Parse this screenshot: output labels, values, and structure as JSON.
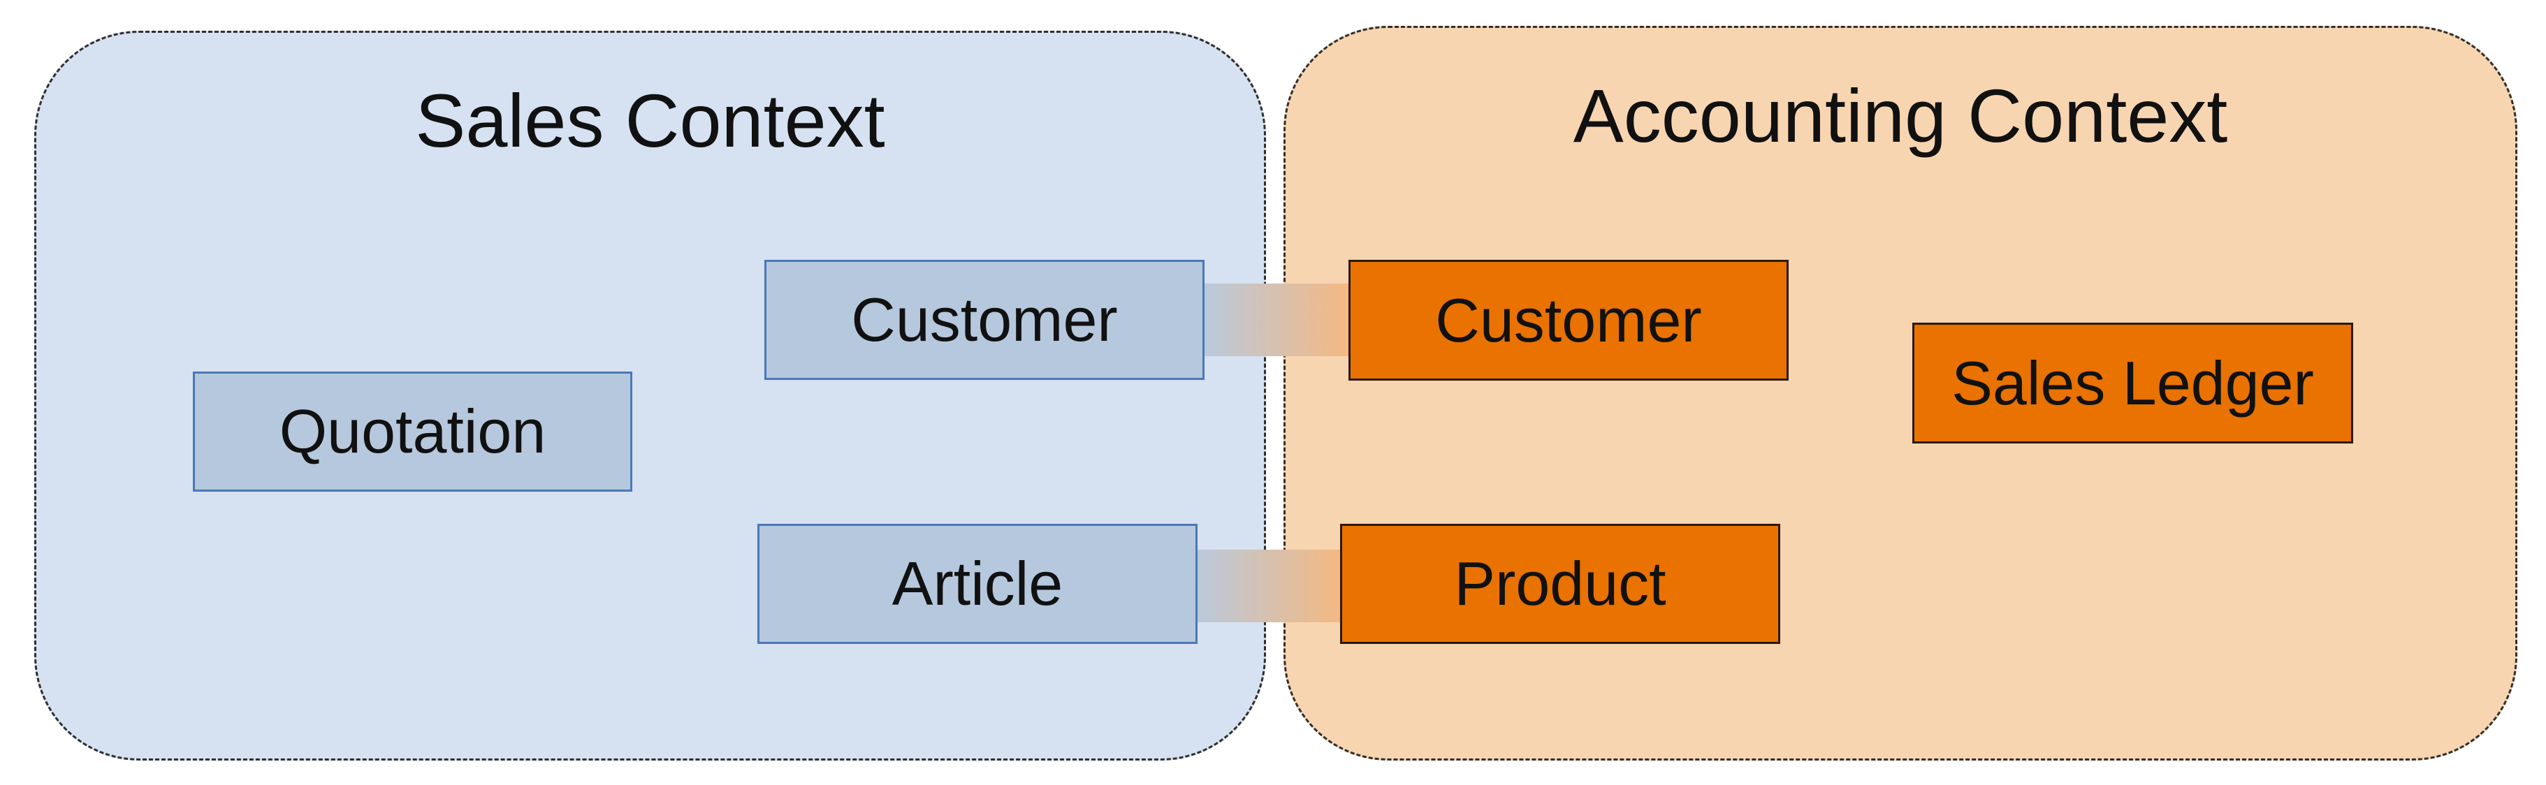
{
  "contexts": {
    "sales": {
      "title": "Sales Context",
      "color": "#d6e2f1",
      "entities": {
        "quotation": "Quotation",
        "customer": "Customer",
        "article": "Article"
      }
    },
    "accounting": {
      "title": "Accounting Context",
      "color": "#f8d5b1",
      "entities": {
        "customer": "Customer",
        "sales_ledger": "Sales Ledger",
        "product": "Product"
      }
    }
  },
  "colors": {
    "sales_entity_fill": "#b6c8de",
    "sales_entity_border": "#4a78b8",
    "accounting_entity_fill": "#e97200",
    "accounting_entity_border": "#2a1a0a"
  }
}
